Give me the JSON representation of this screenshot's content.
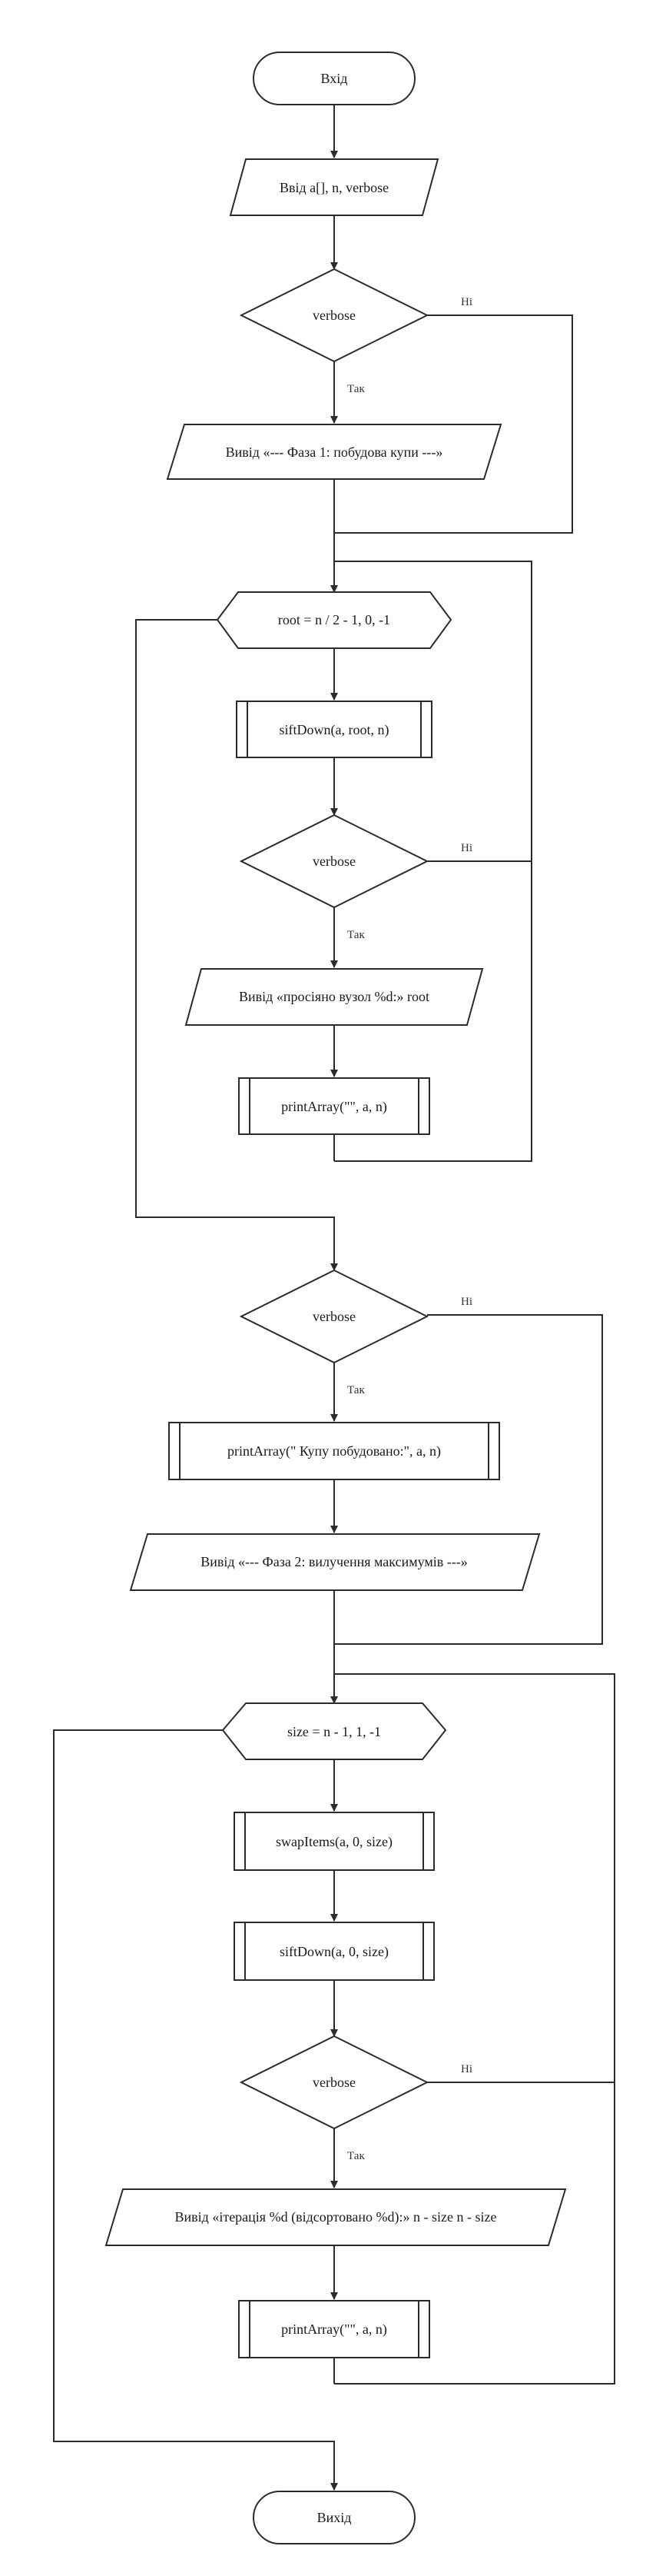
{
  "nodes": {
    "start": "Вхід",
    "input": "Ввід a[], n, verbose",
    "verbose1": "verbose",
    "phase1_out": "Вивід «--- Фаза 1: побудова купи ---»",
    "loop1": "root = n / 2 - 1, 0, -1",
    "siftdown1": "siftDown(a, root, n)",
    "verbose2": "verbose",
    "node_out": "Вивід «просіяно вузол %d:» root",
    "print1": "printArray(\"\", a, n)",
    "verbose3": "verbose",
    "print_heap": "printArray(\" Купу побудовано:\", a, n)",
    "phase2_out": "Вивід «--- Фаза 2: вилучення максимумів ---»",
    "loop2": "size = n - 1, 1, -1",
    "swap": "swapItems(a, 0, size)",
    "siftdown2": "siftDown(a, 0, size)",
    "verbose4": "verbose",
    "iter_out": "Вивід «ітерація %d (відсортовано %d):» n - size n - size",
    "print2": "printArray(\"\", a, n)",
    "end": "Вихід"
  },
  "branches": {
    "yes": "Так",
    "no": "Ні"
  }
}
